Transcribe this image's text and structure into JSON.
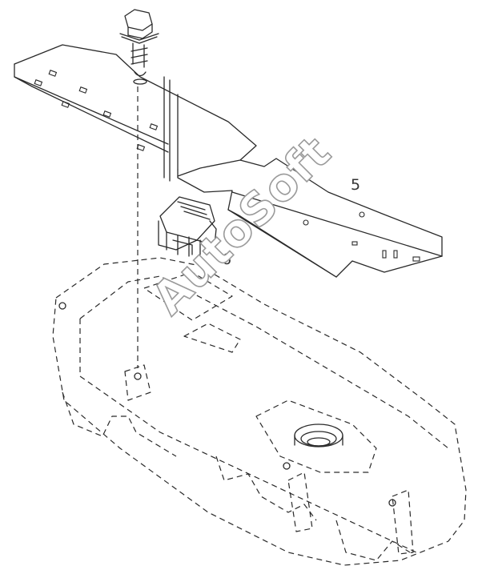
{
  "callouts": [
    {
      "id": "bracket",
      "text": "5"
    },
    {
      "id": "clip",
      "text": "6"
    }
  ],
  "watermark": "AutoSoft",
  "colors": {
    "line": "#2a2a2a",
    "watermark_outline": "#9a9a9a",
    "background": "#ffffff"
  }
}
